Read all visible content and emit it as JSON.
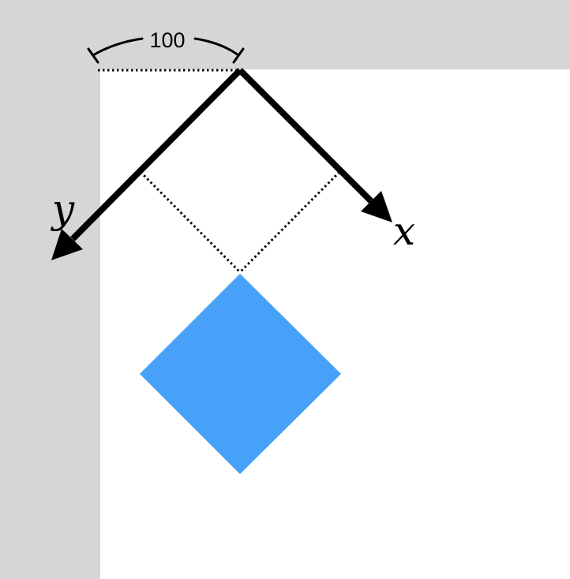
{
  "colors": {
    "margin_background": "#d6d6d6",
    "canvas_background": "#ffffff",
    "ink": "#000000",
    "square_fill": "#47a1f8"
  },
  "dimension": {
    "label": "100"
  },
  "axes": {
    "x_label": "x",
    "y_label": "y"
  },
  "shape": {
    "kind": "rotated-square"
  }
}
